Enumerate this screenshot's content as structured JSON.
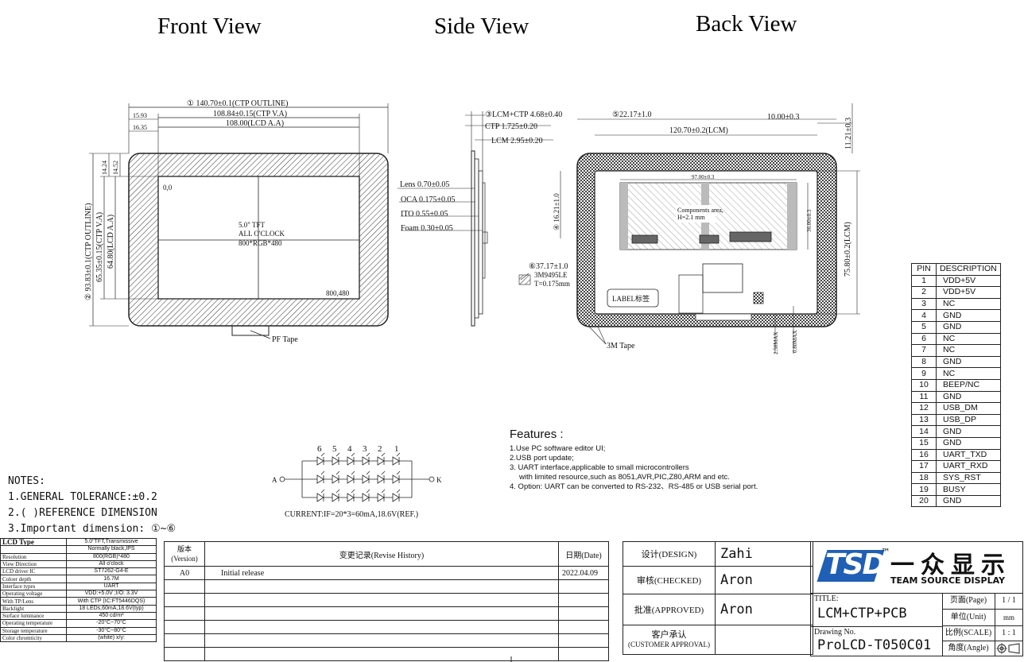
{
  "views": {
    "front": "Front View",
    "side": "Side View",
    "back": "Back View"
  },
  "front_view": {
    "dim_ctp_outline_w": "① 140.70±0.1(CTP OUTLINE)",
    "dim_ctp_va_w": "108.84±0.15(CTP V.A)",
    "dim_lcd_aa_w": "108.00(LCD A.A)",
    "dim_left_1": "15.93",
    "dim_left_2": "16.35",
    "dim_top_1": "14.24",
    "dim_top_2": "14.52",
    "dim_ctp_outline_h": "② 93.83±0.1(CTP OUTLINE)",
    "dim_ctp_va_h": "65.35±0.15(CTP V.A)",
    "dim_lcd_aa_h": "64.80(LCD A.A)",
    "origin": "0,0",
    "end": "800,480",
    "center_line1": "5.0\" TFT",
    "center_line2": "ALL O'CLOCK",
    "center_line3": "800*RGB*480",
    "pf_tape": "PF Tape"
  },
  "side_view": {
    "lcm_ctp": "③LCM+CTP 4.68±0.40",
    "ctp": "CTP 1.725±0.20",
    "lcm": "LCM 2.95±0.20",
    "lens": "Lens 0.70±0.05",
    "oca": "OCA 0.175±0.05",
    "ito": "ITO 0.55±0.05",
    "foam": "Foam 0.30±0.05"
  },
  "back_view": {
    "dim_22": "⑤22.17±1.0",
    "dim_lcm_w": "120.70±0.2(LCM)",
    "dim_10": "10.00±0.3",
    "dim_11": "11.21±0.3",
    "dim_97": "97.00±0.3",
    "dim_16": "④ 16.21±1.0",
    "dim_36": "36.00±0.3",
    "dim_lcm_h": "75.80±0.2(LCM)",
    "components_area": "Components area,",
    "components_h": "H=2.1 mm",
    "dim_37": "⑥37.17±1.0",
    "tape_part": "3M9495LE",
    "tape_t": "T=0.175mm",
    "label": "LABEL标签",
    "dim_250": "2.50MAX",
    "dim_080": "0.80MAX",
    "tape_3m": "3M Tape"
  },
  "pin_table": {
    "headers": [
      "PIN",
      "DESCRIPTION"
    ],
    "rows": [
      [
        "1",
        "VDD+5V"
      ],
      [
        "2",
        "VDD+5V"
      ],
      [
        "3",
        "NC"
      ],
      [
        "4",
        "GND"
      ],
      [
        "5",
        "GND"
      ],
      [
        "6",
        "NC"
      ],
      [
        "7",
        "NC"
      ],
      [
        "8",
        "GND"
      ],
      [
        "9",
        "NC"
      ],
      [
        "10",
        "BEEP/NC"
      ],
      [
        "11",
        "GND"
      ],
      [
        "12",
        "USB_DM"
      ],
      [
        "13",
        "USB_DP"
      ],
      [
        "14",
        "GND"
      ],
      [
        "15",
        "GND"
      ],
      [
        "16",
        "UART_TXD"
      ],
      [
        "17",
        "UART_RXD"
      ],
      [
        "18",
        "SYS_RST"
      ],
      [
        "19",
        "BUSY"
      ],
      [
        "20",
        "GND"
      ]
    ]
  },
  "notes": {
    "title": "NOTES:",
    "line1": "1.GENERAL TOLERANCE:±0.2",
    "line2": "2.(  )REFERENCE DIMENSION",
    "line3": "3.Important dimension: ①~⑥"
  },
  "led": {
    "numbers": [
      "6",
      "5",
      "4",
      "3",
      "2",
      "1"
    ],
    "anode": "A",
    "cathode": "K",
    "current": "CURRENT:IF=20*3=60mA,18.6V(REF.)"
  },
  "features": {
    "title": "Features :",
    "items": [
      "1.Use PC software editor UI;",
      "2.USB port update;",
      "3. UART  interface,applicable to small microcontrollers",
      "with limited resource,such as 8051,AVR,PIC,Z80,ARM and etc.",
      "4. Option: UART can be converted to RS-232、RS-485 or USB serial port."
    ]
  },
  "spec_table": {
    "rows": [
      [
        "LCD Type",
        "5.0\"TFT,Transmissive"
      ],
      [
        "",
        "Normally black,IPS"
      ],
      [
        "Resolution",
        "800(RGB)*480"
      ],
      [
        "View Direction",
        "All o'clock"
      ],
      [
        "LCD driver IC",
        "ST7262-G4-E"
      ],
      [
        "Coloer depth",
        "16.7M"
      ],
      [
        "Interface types",
        "UART"
      ],
      [
        "Operating voltage",
        "VDD:+5.0V ;I/O: 3.3V"
      ],
      [
        "With TP/Lens",
        "With CTP (IC:FT5446DQS)"
      ],
      [
        "Backlight",
        "18 LEDs,60mA,18.6V(typ)"
      ],
      [
        "Surface luminance",
        "450 cd/m²"
      ],
      [
        "Operating temperature",
        "-20°C~70°C"
      ],
      [
        "Storage temperature",
        "-30°C~80°C"
      ],
      [
        "Color chromticity",
        "(white) x/y:"
      ]
    ]
  },
  "revision": {
    "version_label": "版本",
    "version_label_en": "(Version)",
    "history_label": "变更记录(Revise History)",
    "date_label": "日期(Date)",
    "version": "A0",
    "change": "Initial release",
    "date": "2022.04.09"
  },
  "sign": {
    "design_role": "设计(DESIGN)",
    "design_name": "Zahi",
    "checked_role": "审核(CHECKED)",
    "checked_name": "Aron",
    "approved_role": "批准(APPROVED)",
    "approved_name": "Aron",
    "customer_role": "客户承认",
    "customer_role_en": "(CUSTOMER APPROVAL)"
  },
  "title_block": {
    "logo_mark": "TSD",
    "logo_tm": "™",
    "logo_cn": "一众显示",
    "logo_en": "TEAM SOURCE DISPLAY",
    "title_label": "TITLE:",
    "title": "LCM+CTP+PCB",
    "drawing_label": "Drawing No.",
    "drawing_no": "ProLCD-T050C01",
    "page_label": "页面(Page)",
    "page": "1 / 1",
    "unit_label": "单位(Unit)",
    "unit": "mm",
    "scale_label": "比例(SCALE)",
    "scale": "1 : 1",
    "angle_label": "角度(Angle)"
  },
  "colors": {
    "line": "#222222",
    "logo_blue": "#1f5fb5"
  }
}
